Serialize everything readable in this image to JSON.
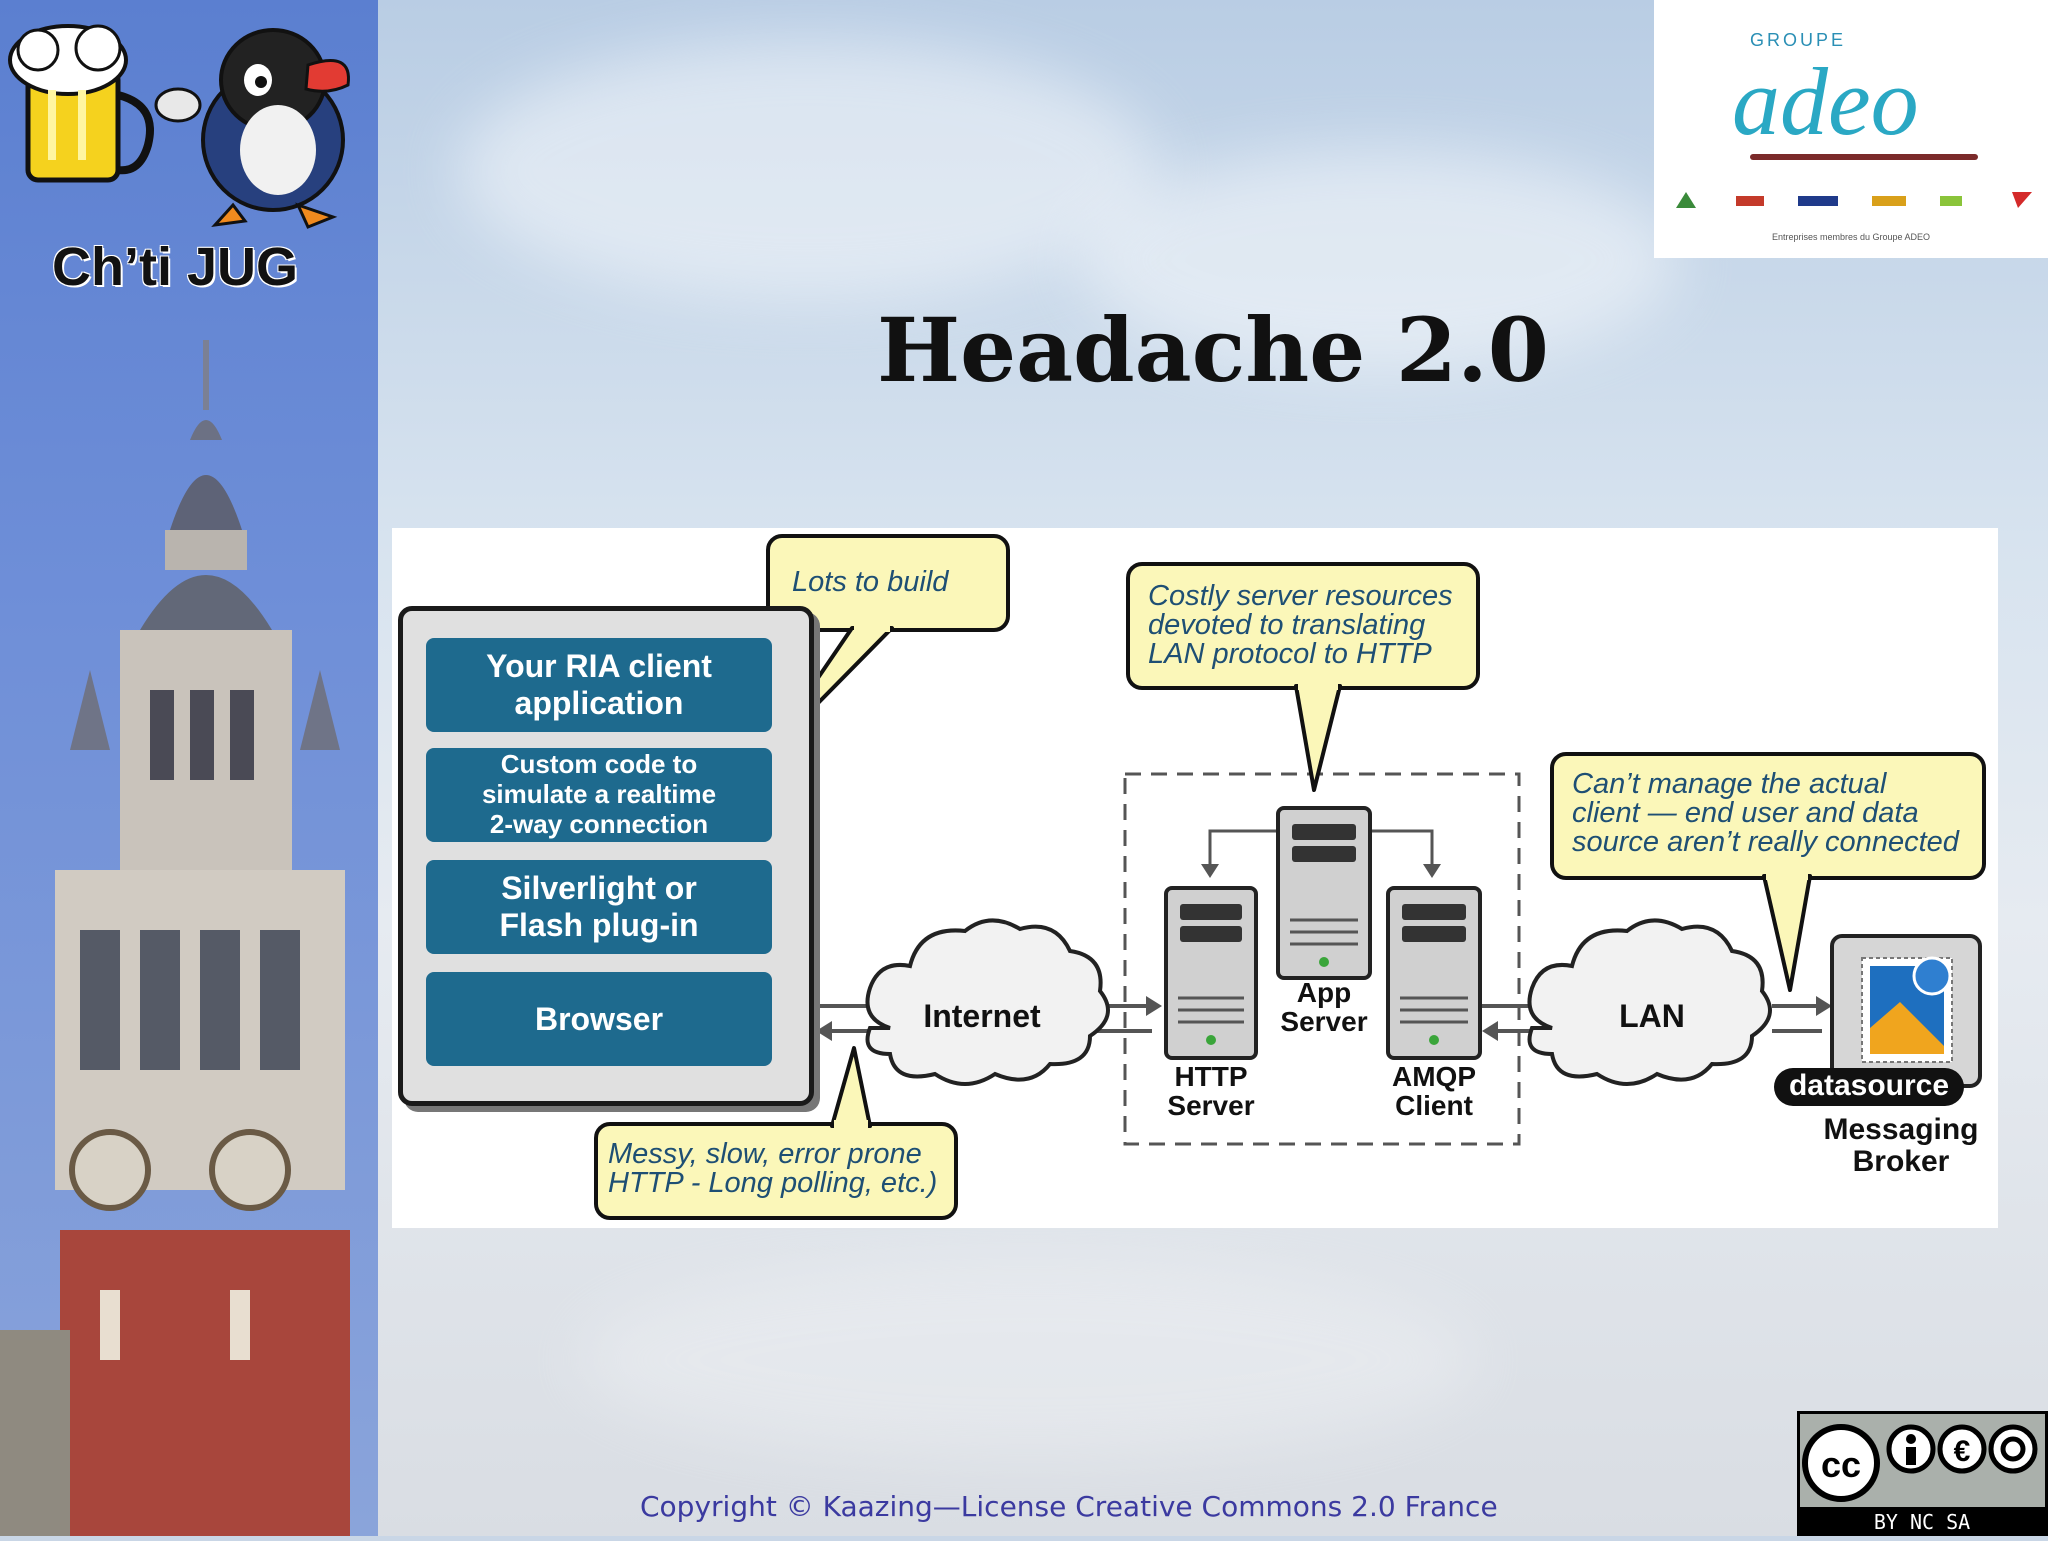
{
  "sidebar": {
    "brand": "Ch’ti JUG"
  },
  "sponsor": {
    "groupe": "GROUPE",
    "name": "adeo",
    "tagline": "Entreprises membres du Groupe ADEO"
  },
  "slide": {
    "title": "Headache 2.0"
  },
  "diagram": {
    "client_stack": [
      "Your RIA client\napplication",
      "Custom code to\nsimulate a realtime\n2-way connection",
      "Silverlight or\nFlash plug-in",
      "Browser"
    ],
    "callouts": {
      "build": "Lots to build",
      "costly": "Costly server resources\ndevoted to translating\nLAN protocol to HTTP",
      "manage": "Can’t manage the actual\nclient — end user and data\nsource aren’t really connected",
      "messy": "Messy, slow, error prone\nHTTP - Long polling, etc.)"
    },
    "clouds": {
      "internet": "Internet",
      "lan": "LAN"
    },
    "servers": {
      "http": "HTTP\nServer",
      "app": "App\nServer",
      "amqp": "AMQP\nClient"
    },
    "broker": {
      "badge": "datasource",
      "label": "Messaging\nBroker"
    }
  },
  "footer": {
    "copyright": "Copyright © Kaazing—License Creative Commons 2.0 France"
  },
  "license": {
    "badge": "BY NC SA"
  },
  "colors": {
    "stack": "#1e6a8e",
    "callout_fill": "#fbf7b9",
    "callout_text": "#1e4f74",
    "copyright": "#3b3aa0"
  }
}
